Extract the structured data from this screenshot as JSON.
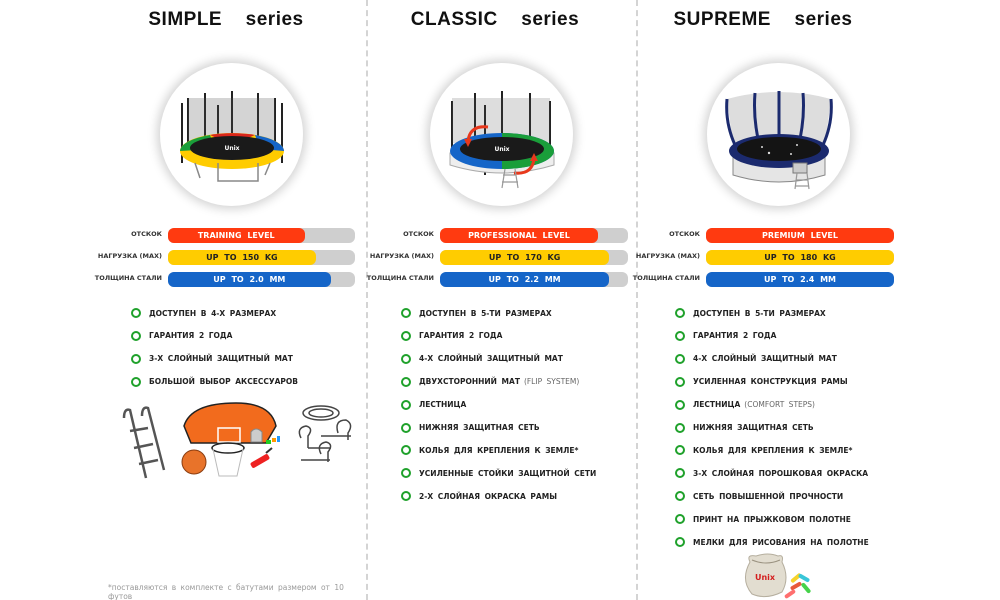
{
  "colors": {
    "bounce": "#ff3a10",
    "load": "#ffcc00",
    "steel": "#1565c8",
    "track": "#cfcfcf",
    "check": "#1fa12b"
  },
  "spec_labels": {
    "bounce": "ОТСКОК",
    "load": "НАГРУЗКА (MAX)",
    "steel": "ТОЛЩИНА СТАЛИ"
  },
  "series": [
    {
      "name": "SIMPLE",
      "suffix": "series",
      "photo_icon": "trampoline-simple-icon",
      "specs": {
        "bounce": {
          "text": "TRAINING  LEVEL",
          "fill": 0.73
        },
        "load": {
          "text": "UP  TO  150 KG",
          "fill": 0.79
        },
        "steel": {
          "text": "UP  TO  2.0  MM",
          "fill": 0.87
        }
      },
      "features": [
        {
          "text": "ДОСТУПЕН В 4-Х РАЗМЕРАХ"
        },
        {
          "text": "ГАРАНТИЯ 2 ГОДА"
        },
        {
          "text": "3-Х СЛОЙНЫЙ ЗАЩИТНЫЙ МАТ"
        },
        {
          "text": "БОЛЬШОЙ ВЫБОР АКСЕССУАРОВ"
        }
      ],
      "accessories_icons": [
        "ladder-icon",
        "basketball-hoop-icon",
        "ball-icon",
        "pump-icon",
        "anchor-kit-icon"
      ]
    },
    {
      "name": "CLASSIC",
      "suffix": "series",
      "photo_icon": "trampoline-classic-icon",
      "specs": {
        "bounce": {
          "text": "PROFESSIONAL  LEVEL",
          "fill": 0.84
        },
        "load": {
          "text": "UP  TO  170 KG",
          "fill": 0.9
        },
        "steel": {
          "text": "UP  TO  2.2  MM",
          "fill": 0.9
        }
      },
      "features": [
        {
          "text": "ДОСТУПЕН В 5-ТИ РАЗМЕРАХ"
        },
        {
          "text": "ГАРАНТИЯ 2 ГОДА"
        },
        {
          "text": "4-Х СЛОЙНЫЙ ЗАЩИТНЫЙ МАТ"
        },
        {
          "text": "ДВУХСТОРОННИЙ МАТ",
          "note": "(FLIP SYSTEM)"
        },
        {
          "text": "ЛЕСТНИЦА"
        },
        {
          "text": "НИЖНЯЯ ЗАЩИТНАЯ СЕТЬ"
        },
        {
          "text": "КОЛЬЯ ДЛЯ КРЕПЛЕНИЯ К ЗЕМЛЕ*"
        },
        {
          "text": "УСИЛЕННЫЕ СТОЙКИ ЗАЩИТНОЙ СЕТИ"
        },
        {
          "text": "2-Х СЛОЙНАЯ ОКРАСКА РАМЫ"
        }
      ]
    },
    {
      "name": "SUPREME",
      "suffix": "series",
      "photo_icon": "trampoline-supreme-icon",
      "specs": {
        "bounce": {
          "text": "PREMIUM  LEVEL",
          "fill": 1.0
        },
        "load": {
          "text": "UP  TO  180 KG",
          "fill": 1.0
        },
        "steel": {
          "text": "UP  TO  2.4  MM",
          "fill": 1.0
        }
      },
      "features": [
        {
          "text": "ДОСТУПЕН В 5-ТИ РАЗМЕРАХ"
        },
        {
          "text": "ГАРАНТИЯ 2 ГОДА"
        },
        {
          "text": "4-Х СЛОЙНЫЙ ЗАЩИТНЫЙ МАТ"
        },
        {
          "text": "УСИЛЕННАЯ КОНСТРУКЦИЯ РАМЫ"
        },
        {
          "text": "ЛЕСТНИЦА",
          "note": "(COMFORT STEPS)"
        },
        {
          "text": "НИЖНЯЯ ЗАЩИТНАЯ СЕТЬ"
        },
        {
          "text": "КОЛЬЯ ДЛЯ КРЕПЛЕНИЯ К ЗЕМЛЕ*"
        },
        {
          "text": "3-Х СЛОЙНАЯ ПОРОШКОВАЯ ОКРАСКА"
        },
        {
          "text": "СЕТЬ ПОВЫШЕННОЙ ПРОЧНОСТИ"
        },
        {
          "text": "ПРИНТ НА ПРЫЖКОВОМ ПОЛОТНЕ"
        },
        {
          "text": "МЕЛКИ ДЛЯ РИСОВАНИЯ НА ПОЛОТНЕ"
        }
      ],
      "accessories_icons": [
        "chalk-bag-icon"
      ],
      "bag_logo": "Unix"
    }
  ],
  "footnote": "*поставляются в комплекте с батутами размером от 10 футов"
}
